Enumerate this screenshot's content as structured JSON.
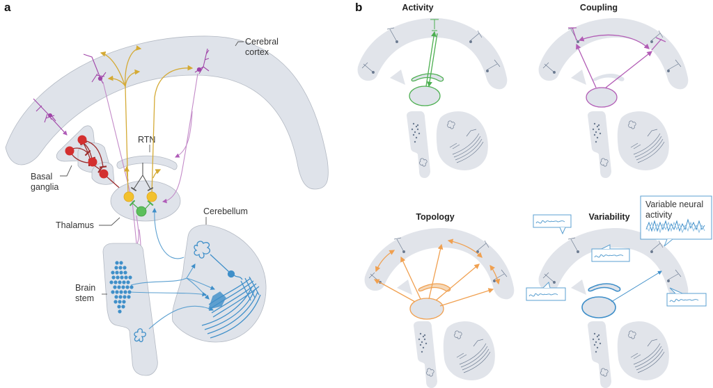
{
  "panels": {
    "a": {
      "label": "a",
      "regions": {
        "cortex": "Cerebral\ncortex",
        "cortex_line1": "Cerebral",
        "cortex_line2": "cortex",
        "rtn": "RTN",
        "basal_line1": "Basal",
        "basal_line2": "ganglia",
        "thalamus": "Thalamus",
        "cerebellum": "Cerebellum",
        "brainstem_line1": "Brain",
        "brainstem_line2": "stem"
      }
    },
    "b": {
      "label": "b",
      "subpanels": [
        {
          "title": "Activity",
          "color": "#5cb85c"
        },
        {
          "title": "Coupling",
          "color": "#b25cb5"
        },
        {
          "title": "Topology",
          "color": "#f0a050"
        },
        {
          "title": "Variability",
          "color": "#3f8fc9"
        }
      ],
      "callout_line1": "Variable neural",
      "callout_line2": "activity"
    }
  },
  "colors": {
    "region_fill": "#dfe3ea",
    "basal_ganglia_neurons": "#d32f2f",
    "thalamic_neurons": "#f2c12e",
    "interneuron": "#5cbf5c",
    "cortical_neurons": "#a044a8",
    "cerebellar": "#3f8fc9",
    "projection_yellow": "#d9b43a"
  }
}
